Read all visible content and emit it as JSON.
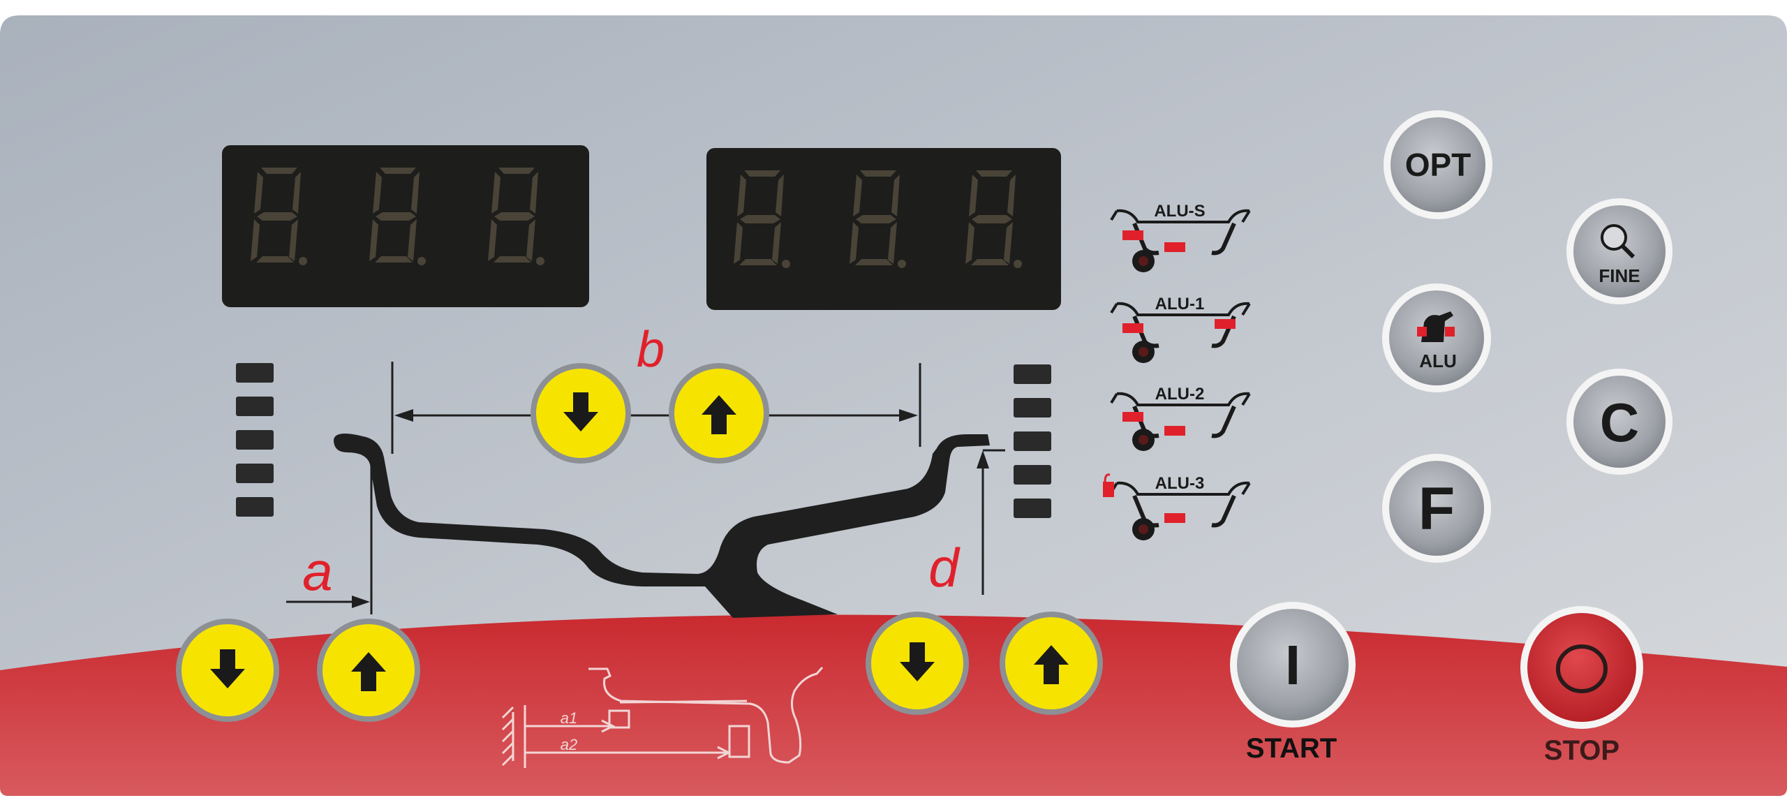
{
  "display_left": {
    "digits": [
      "8.",
      "8.",
      "8."
    ]
  },
  "display_right": {
    "digits": [
      "8.",
      "8.",
      "8."
    ]
  },
  "dimension_labels": {
    "a": "a",
    "b": "b",
    "d": "d"
  },
  "alu_modes": [
    {
      "label": "ALU-S"
    },
    {
      "label": "ALU-1"
    },
    {
      "label": "ALU-2"
    },
    {
      "label": "ALU-3"
    }
  ],
  "buttons": {
    "opt": "OPT",
    "fine": "FINE",
    "alu": "ALU",
    "c": "C",
    "f": "F",
    "start_symbol": "I",
    "start": "START",
    "stop": "STOP"
  },
  "diagram": {
    "a1": "a1",
    "a2": "a2"
  },
  "colors": {
    "panel": "#b9bfc8",
    "red": "#c1272d",
    "yellow": "#f6e400",
    "display_bg": "#1d1d1b",
    "segment": "#4a4438",
    "led_red": "#e0212b"
  }
}
